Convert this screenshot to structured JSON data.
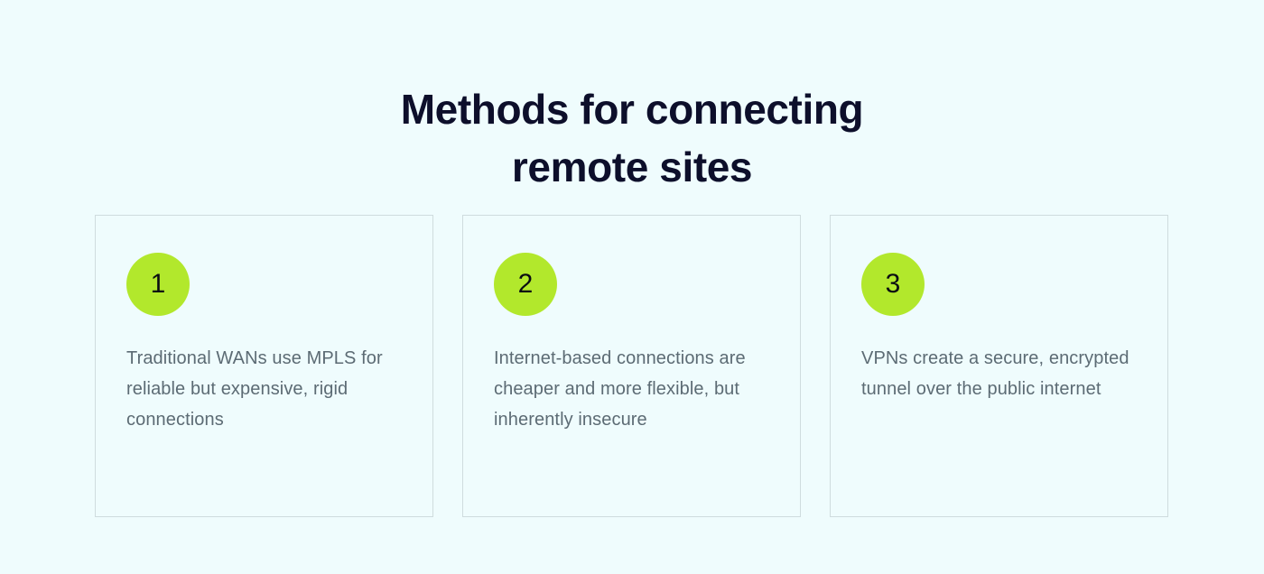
{
  "page": {
    "background_color": "#effcfd",
    "title": "Methods for connecting\nremote sites",
    "title_color": "#0d0f2b"
  },
  "theme": {
    "accent_color": "#b2e82c",
    "card_border_color": "#cfdcde",
    "body_text_color": "#5c6b74",
    "badge_text_color": "#0b0d12"
  },
  "cards": [
    {
      "number": "1",
      "text": "Traditional WANs use MPLS for reliable but expensive, rigid connections"
    },
    {
      "number": "2",
      "text": "Internet-based connections are cheaper and more flexible, but inherently insecure"
    },
    {
      "number": "3",
      "text": "VPNs create a secure, encrypted tunnel over the public internet"
    }
  ]
}
